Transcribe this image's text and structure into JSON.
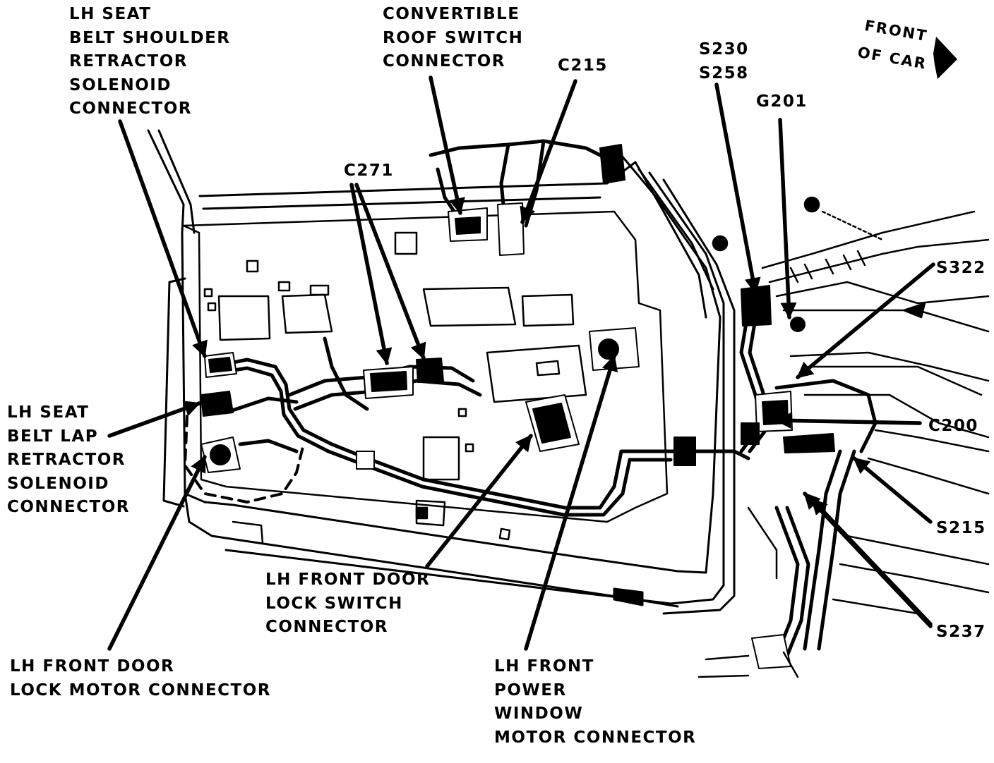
{
  "labels": {
    "lh_seat_belt_shoulder": [
      "LH SEAT",
      "BELT SHOULDER",
      "RETRACTOR",
      "SOLENOID",
      "CONNECTOR"
    ],
    "convertible_roof": [
      "CONVERTIBLE",
      "ROOF SWITCH",
      "CONNECTOR"
    ],
    "c215": "C215",
    "s230": "S230",
    "s258": "S258",
    "g201": "G201",
    "front_of_car": [
      "FRONT",
      "OF CAR"
    ],
    "c271": "C271",
    "s322": "S322",
    "lh_seat_belt_lap": [
      "LH SEAT",
      "BELT LAP",
      "RETRACTOR",
      "SOLENOID",
      "CONNECTOR"
    ],
    "c200": "C200",
    "s215": "S215",
    "lock_switch": [
      "LH FRONT DOOR",
      "LOCK SWITCH",
      "CONNECTOR"
    ],
    "s237": "S237",
    "lock_motor": [
      "LH FRONT DOOR",
      "LOCK MOTOR CONNECTOR"
    ],
    "window_motor": [
      "LH FRONT",
      "POWER",
      "WINDOW",
      "MOTOR CONNECTOR"
    ]
  },
  "colors": {
    "ink": "#000000",
    "paper": "#ffffff"
  },
  "icons": {
    "front_arrow": "arrow-right-icon"
  }
}
